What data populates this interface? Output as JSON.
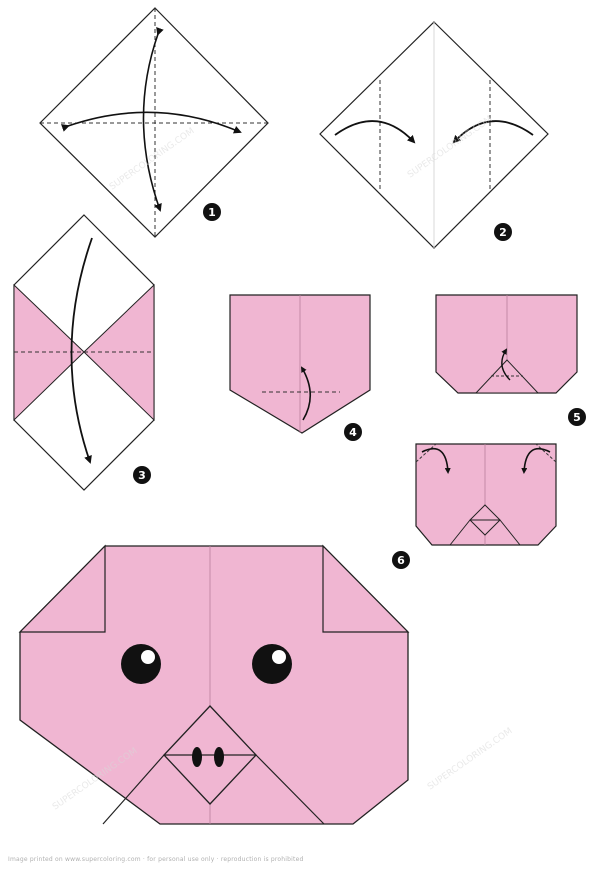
{
  "steps": [
    {
      "number": "1"
    },
    {
      "number": "2"
    },
    {
      "number": "3"
    },
    {
      "number": "4"
    },
    {
      "number": "5"
    },
    {
      "number": "6"
    }
  ],
  "colors": {
    "paper_pink": "#f0b6d2",
    "line": "#222222",
    "fold_line": "#333333",
    "badge": "#111111"
  },
  "watermark": "SUPERCOLORING.COM",
  "footer_text": "Image printed on www.supercoloring.com · for personal use only · reproduction is prohibited"
}
